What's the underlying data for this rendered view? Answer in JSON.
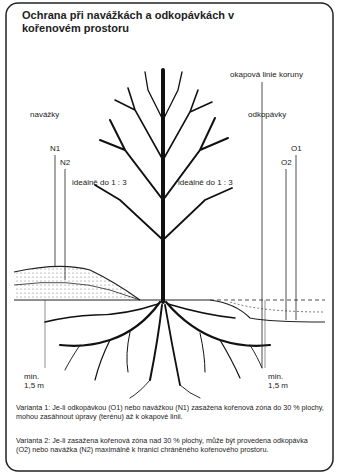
{
  "diagram": {
    "title": "Ochrana při navážkách a odkopávkách v kořenovém prostoru",
    "labels": [
      "okapová linie koruny",
      "navážky",
      "odkopávky",
      "N1",
      "N2",
      "O1",
      "O2",
      "ideálně do 1 : 3",
      "ideálně do 1 : 3",
      "min. 1,5 m",
      "min. 1,5 m",
      "Varianta 1: Je-li odkopávkou (O1) nebo navážkou (N1) zasažena kořenová zóna do 30 % plochy, mohou zasáhnout úpravy (terénu) až k okapové linii.",
      "Varianta 2: Je-li zasažena kořenová zóna nad 30 % plochy, může být provedena odkopávka (O2) nebo navážka (N2) maximálně k hranici chráněného kořenového prostoru."
    ]
  }
}
